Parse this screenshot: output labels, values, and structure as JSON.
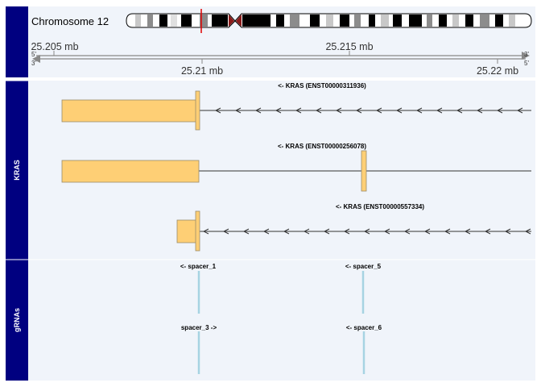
{
  "chromosome": {
    "label": "Chromosome 12"
  },
  "axis": {
    "top_ticks": [
      "25.205 mb",
      "25.215 mb"
    ],
    "bottom_ticks": [
      "25.21 mb",
      "25.22 mb"
    ],
    "strand_left_top": "5'",
    "strand_left_bottom": "3'",
    "strand_right_top": "3'",
    "strand_right_bottom": "5'"
  },
  "tracks": [
    {
      "label": "KRAS"
    },
    {
      "label": "gRNAs"
    }
  ],
  "transcripts": [
    {
      "label": "<- KRAS (ENST00000311936)"
    },
    {
      "label": "<- KRAS (ENST00000256078)"
    },
    {
      "label": "<- KRAS (ENST00000557334)"
    }
  ],
  "grnas": [
    {
      "label": "<- spacer_1"
    },
    {
      "label": "<- spacer_5"
    },
    {
      "label": "spacer_3 ->"
    },
    {
      "label": "<- spacer_6"
    }
  ],
  "colors": {
    "track_header": "#000080",
    "panel_bg": "#f0f4fa",
    "exon_fill": "#fecf75",
    "exon_stroke": "#9a8a6a",
    "grna": "#a6d3e2",
    "ideogram_marker": "#e00000",
    "centromere": "#8b1a1a"
  }
}
